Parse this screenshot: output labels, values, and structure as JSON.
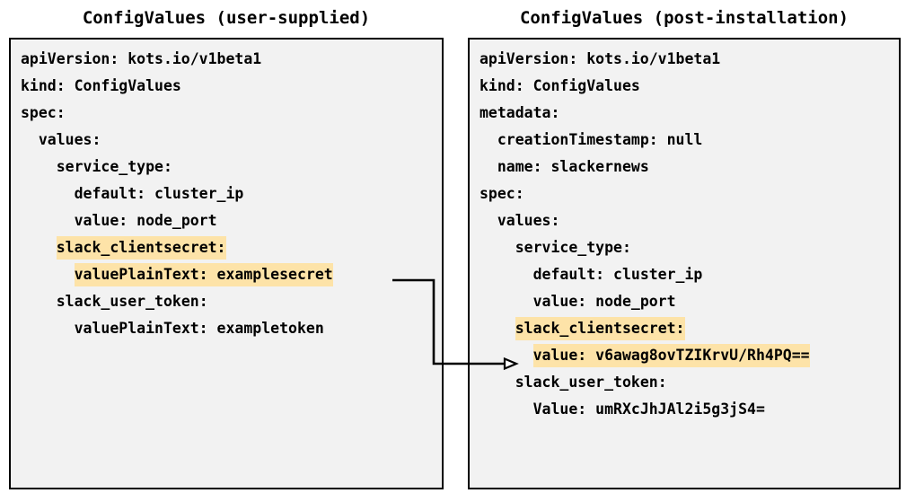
{
  "panels": [
    {
      "title": "ConfigValues (user-supplied)",
      "lines": [
        {
          "indent": 0,
          "text": "apiVersion: kots.io/v1beta1",
          "highlight": false
        },
        {
          "indent": 0,
          "text": "kind: ConfigValues",
          "highlight": false
        },
        {
          "indent": 0,
          "text": "spec:",
          "highlight": false
        },
        {
          "indent": 1,
          "text": "values:",
          "highlight": false
        },
        {
          "indent": 2,
          "text": "service_type:",
          "highlight": false
        },
        {
          "indent": 3,
          "text": "default: cluster_ip",
          "highlight": false
        },
        {
          "indent": 3,
          "text": "value: node_port",
          "highlight": false
        },
        {
          "indent": 2,
          "text": "slack_clientsecret:",
          "highlight": true
        },
        {
          "indent": 3,
          "text": "valuePlainText: examplesecret",
          "highlight": true
        },
        {
          "indent": 2,
          "text": "slack_user_token:",
          "highlight": false
        },
        {
          "indent": 3,
          "text": "valuePlainText: exampletoken",
          "highlight": false
        }
      ]
    },
    {
      "title": "ConfigValues (post-installation)",
      "lines": [
        {
          "indent": 0,
          "text": "apiVersion: kots.io/v1beta1",
          "highlight": false
        },
        {
          "indent": 0,
          "text": "kind: ConfigValues",
          "highlight": false
        },
        {
          "indent": 0,
          "text": "metadata:",
          "highlight": false
        },
        {
          "indent": 1,
          "text": "creationTimestamp: null",
          "highlight": false
        },
        {
          "indent": 1,
          "text": "name: slackernews",
          "highlight": false
        },
        {
          "indent": 0,
          "text": "spec:",
          "highlight": false
        },
        {
          "indent": 1,
          "text": "values:",
          "highlight": false
        },
        {
          "indent": 2,
          "text": "service_type:",
          "highlight": false
        },
        {
          "indent": 3,
          "text": "default: cluster_ip",
          "highlight": false
        },
        {
          "indent": 3,
          "text": "value: node_port",
          "highlight": false
        },
        {
          "indent": 2,
          "text": "slack_clientsecret:",
          "highlight": true
        },
        {
          "indent": 3,
          "text": "value: v6awag8ovTZIKrvU/Rh4PQ==",
          "highlight": true
        },
        {
          "indent": 2,
          "text": "slack_user_token:",
          "highlight": false
        },
        {
          "indent": 3,
          "text": "Value: umRXcJhJAl2i5g3jS4=",
          "highlight": false
        }
      ]
    }
  ],
  "connector": {
    "label": "maps-to-arrow",
    "from_line": "valuePlainText: examplesecret",
    "to_line": "value: v6awag8ovTZIKrvU/Rh4PQ=="
  },
  "colors": {
    "highlight": "#fde3a8",
    "panel_background": "#f2f2f2",
    "border": "#000000",
    "text": "#000000",
    "page_background": "#ffffff"
  }
}
